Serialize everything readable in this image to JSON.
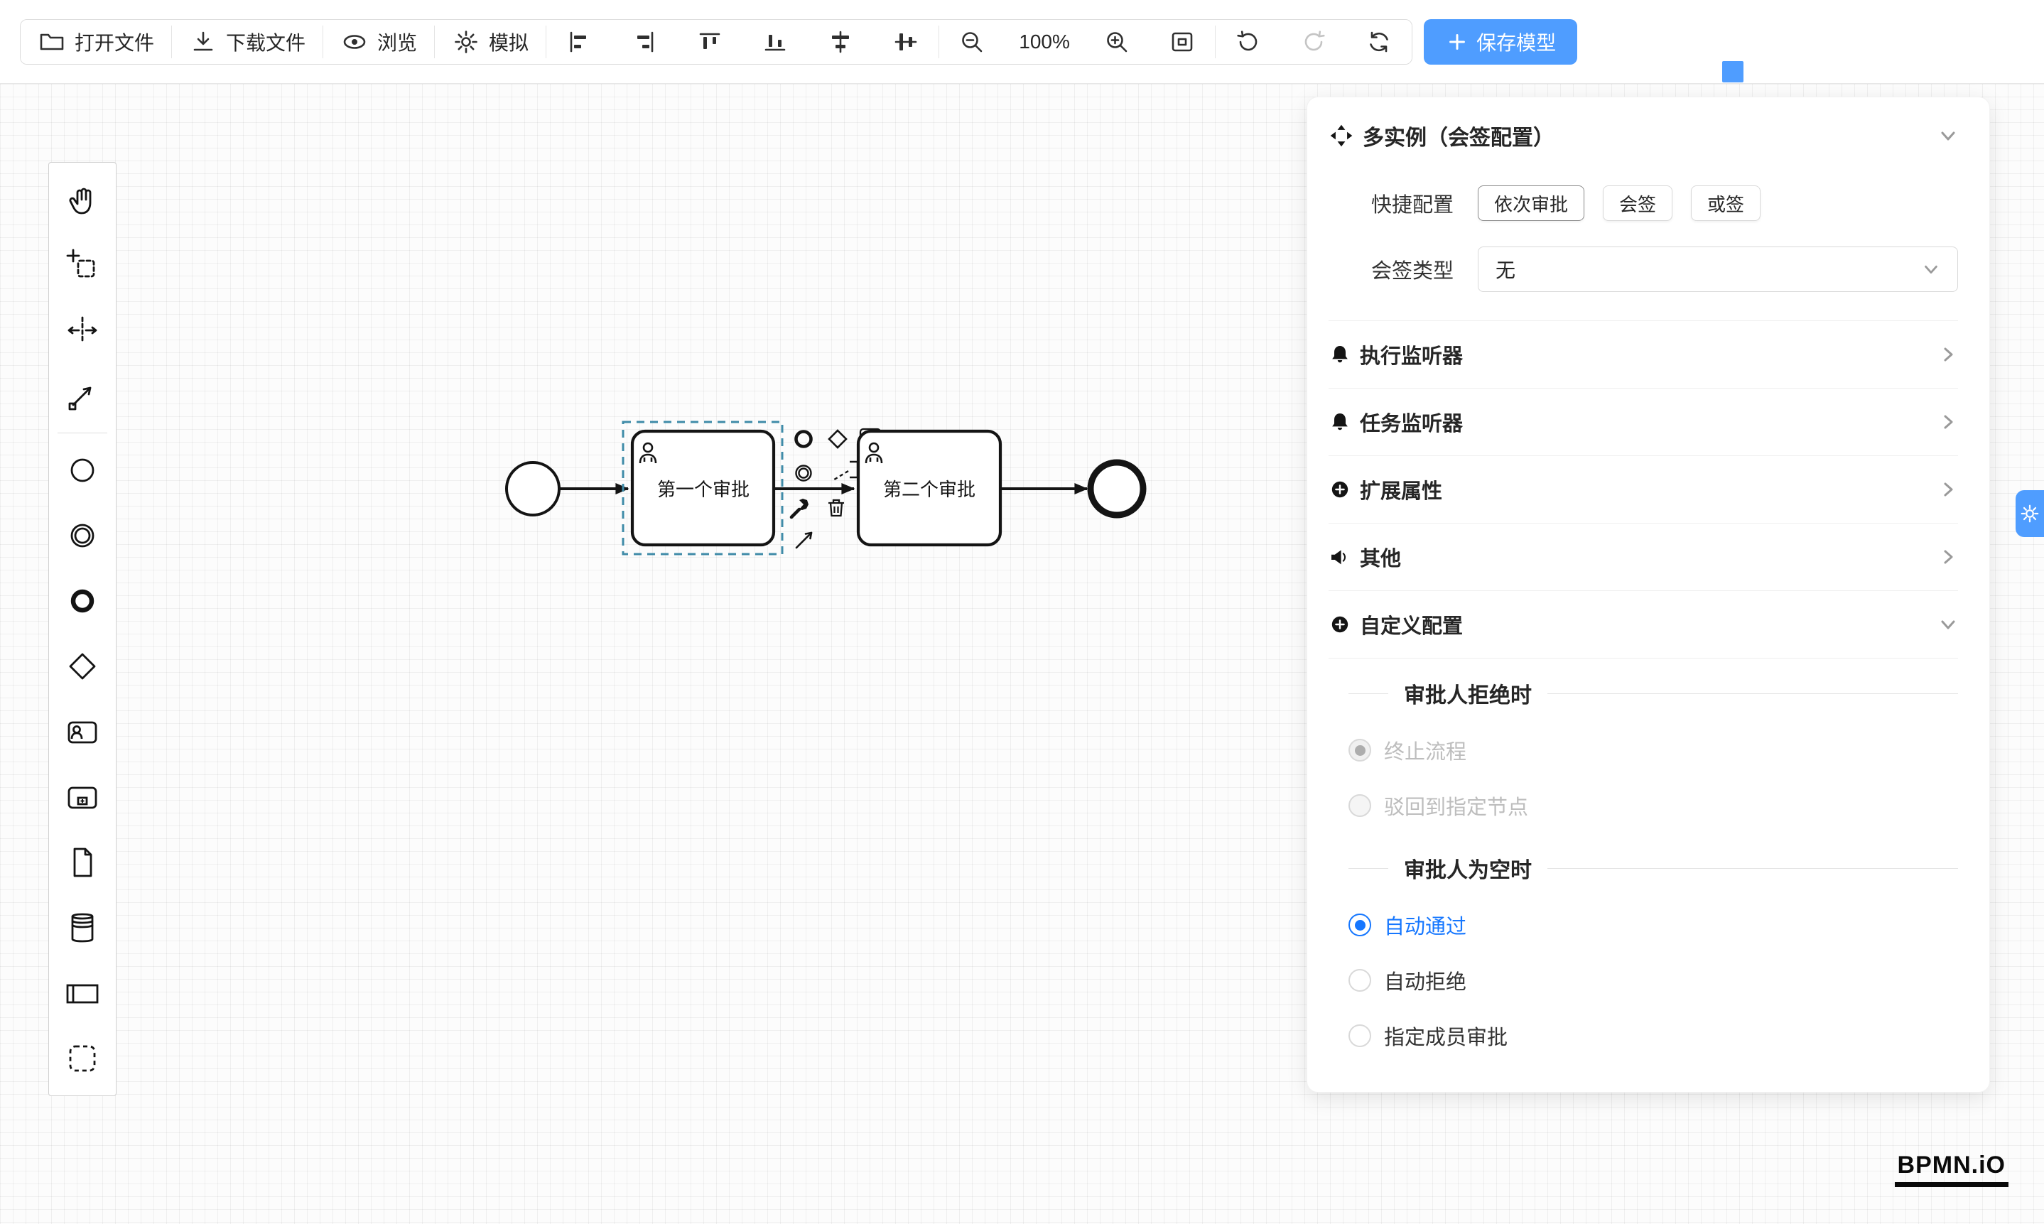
{
  "toolbar": {
    "open_file": "打开文件",
    "download_file": "下载文件",
    "preview": "浏览",
    "simulate": "模拟",
    "zoom_level": "100%",
    "save_model": "保存模型",
    "icons": [
      "folder-open",
      "download",
      "eye",
      "gear",
      "align-left",
      "align-right",
      "align-top",
      "align-bottom",
      "align-center-horizontal",
      "align-center-vertical",
      "zoom-out",
      "zoom-in",
      "fit-viewport",
      "undo",
      "redo",
      "refresh",
      "plus"
    ]
  },
  "palette": {
    "tools": [
      "hand-tool",
      "lasso-tool",
      "space-tool",
      "global-connect-tool"
    ],
    "elements": [
      "start-event",
      "intermediate-event",
      "end-event",
      "gateway",
      "user-task",
      "subprocess",
      "data-object",
      "data-store",
      "participant-pool",
      "group"
    ]
  },
  "canvas": {
    "task1_label": "第一个审批",
    "task2_label": "第二个审批",
    "context_pad": [
      "append-end-event",
      "append-gateway",
      "append-task",
      "append-intermediate-event",
      "append-text-annotation",
      "replace-wrench",
      "delete-trash",
      "connect-tool"
    ]
  },
  "panel": {
    "title": "多实例（会签配置）",
    "quick_config": {
      "label": "快捷配置",
      "options": [
        "依次审批",
        "会签",
        "或签"
      ]
    },
    "sign_type": {
      "label": "会签类型",
      "value": "无"
    },
    "sections": [
      {
        "label": "执行监听器",
        "icon": "bell"
      },
      {
        "label": "任务监听器",
        "icon": "bell"
      },
      {
        "label": "扩展属性",
        "icon": "plus-circle"
      },
      {
        "label": "其他",
        "icon": "megaphone"
      },
      {
        "label": "自定义配置",
        "icon": "plus-circle"
      }
    ],
    "custom": {
      "reject_title": "审批人拒绝时",
      "reject_options": [
        "终止流程",
        "驳回到指定节点"
      ],
      "empty_title": "审批人为空时",
      "empty_options": [
        "自动通过",
        "自动拒绝",
        "指定成员审批"
      ],
      "selected_empty_option": "自动通过"
    }
  },
  "logo": "BPMN.iO",
  "colors": {
    "accent": "#4f9dff",
    "radio_active": "#1677ff",
    "selection_outline": "#3f8ba8"
  }
}
